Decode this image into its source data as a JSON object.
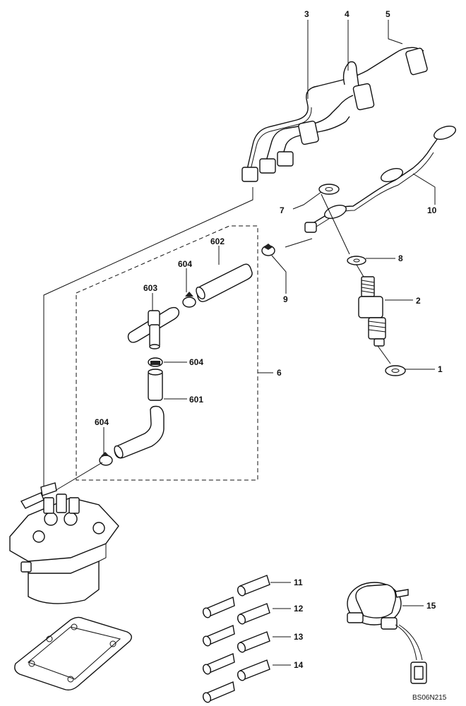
{
  "callouts": [
    {
      "id": "c3",
      "text": "3"
    },
    {
      "id": "c4",
      "text": "4"
    },
    {
      "id": "c5",
      "text": "5"
    },
    {
      "id": "c7",
      "text": "7"
    },
    {
      "id": "c10",
      "text": "10"
    },
    {
      "id": "c602",
      "text": "602"
    },
    {
      "id": "c604a",
      "text": "604"
    },
    {
      "id": "c603",
      "text": "603"
    },
    {
      "id": "c9",
      "text": "9"
    },
    {
      "id": "c8",
      "text": "8"
    },
    {
      "id": "c2",
      "text": "2"
    },
    {
      "id": "c604b",
      "text": "604"
    },
    {
      "id": "c6",
      "text": "6"
    },
    {
      "id": "c601",
      "text": "601"
    },
    {
      "id": "c604c",
      "text": "604"
    },
    {
      "id": "c1",
      "text": "1"
    },
    {
      "id": "c11",
      "text": "11"
    },
    {
      "id": "c12",
      "text": "12"
    },
    {
      "id": "c13",
      "text": "13"
    },
    {
      "id": "c14",
      "text": "14"
    },
    {
      "id": "c15",
      "text": "15"
    }
  ],
  "figure_code": "BS06N215"
}
